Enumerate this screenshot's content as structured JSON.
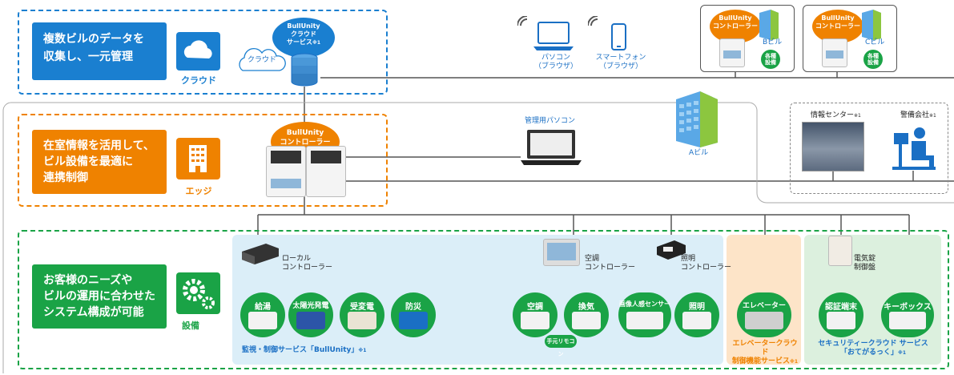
{
  "cloud_section": {
    "title_line1": "複数ビルのデータを",
    "title_line2": "収集し、一元管理",
    "icon": "cloud-icon",
    "icon_label": "クラウド",
    "cloud_label": "クラウド",
    "service_line1": "BullUnity",
    "service_line2": "クラウド",
    "service_line3": "サービス",
    "service_note": "※1"
  },
  "edge_section": {
    "title_line1": "在室情報を活用して、",
    "title_line2": "ビル設備を最適に",
    "title_line3": "連携制御",
    "icon": "building-icon",
    "icon_label": "エッジ",
    "controller_line1": "BullUnity",
    "controller_line2": "コントローラー",
    "pc_label": "管理用パソコン",
    "building_label": "Aビル"
  },
  "devices_top": {
    "pc_line1": "パソコン",
    "pc_line2": "（ブラウザ）",
    "phone_line1": "スマートフォン",
    "phone_line2": "（ブラウザ）"
  },
  "remote_buildings": [
    {
      "ctrl_line1": "BullUnity",
      "ctrl_line2": "コントローラー",
      "building": "Bビル",
      "badge_line1": "各種",
      "badge_line2": "設備"
    },
    {
      "ctrl_line1": "BullUnity",
      "ctrl_line2": "コントローラー",
      "building": "Cビル",
      "badge_line1": "各種",
      "badge_line2": "設備"
    }
  ],
  "external": {
    "info_center": "情報センター",
    "info_note": "※1",
    "security_company": "警備会社",
    "security_note": "※1"
  },
  "equipment_section": {
    "title_line1": "お客様のニーズや",
    "title_line2": "ビルの運用に合わせた",
    "title_line3": "システム構成が可能",
    "icon": "gear-icon",
    "icon_label": "設備",
    "local_ctrl_line1": "ローカル",
    "local_ctrl_line2": "コントローラー",
    "ac_ctrl_line1": "空調",
    "ac_ctrl_line2": "コントローラー",
    "light_ctrl_line1": "照明",
    "light_ctrl_line2": "コントローラー",
    "lock_line1": "電気錠",
    "lock_line2": "制御盤",
    "circles": [
      "給湯",
      "太陽光発電",
      "受変電",
      "防災",
      "空調",
      "換気",
      "画像人感センサー",
      "照明",
      "エレベーター",
      "認証端末",
      "キーボックス"
    ],
    "remote_label": "手元リモコン",
    "service_bullunity": "監視・制御サービス「BullUnity」",
    "service_bullunity_note": "※1",
    "service_elevator_line1": "エレベータークラウド",
    "service_elevator_line2": "制御機能サービス",
    "service_elevator_note": "※1",
    "service_security_line1": "セキュリティークラウド サービス",
    "service_security_line2": "「おてがるっく」",
    "service_security_note": "※1"
  },
  "colors": {
    "blue": "#1a7fd0",
    "orange": "#ef8200",
    "green": "#1aa346",
    "light_blue_bg": "#dbeef8",
    "light_orange_bg": "#fde4c8",
    "light_green_bg": "#dcf0de"
  }
}
